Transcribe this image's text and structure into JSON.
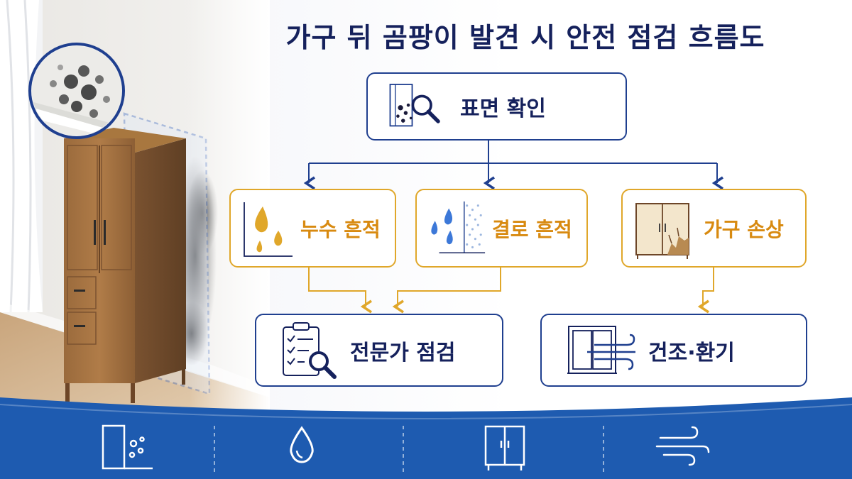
{
  "title": "가구 뒤 곰팡이 발견 시 안전 점검 흐름도",
  "colors": {
    "navy": "#15215c",
    "blue_border": "#1f3f8f",
    "gold": "#e0a72a",
    "gold_text": "#d88a10",
    "footer_blue": "#1e5bb0"
  },
  "nodes": {
    "surface_check": {
      "label": "표면 확인",
      "icon": "mold-magnifier-icon"
    },
    "leak_trace": {
      "label": "누수 흔적",
      "icon": "water-drops-icon"
    },
    "condensation_trace": {
      "label": "결로 흔적",
      "icon": "condensation-icon"
    },
    "furniture_damage": {
      "label": "가구 손상",
      "icon": "damaged-cabinet-icon"
    },
    "expert_inspection": {
      "label": "전문가 점검",
      "icon": "clipboard-magnifier-icon"
    },
    "dry_ventilate": {
      "label": "건조·환기",
      "icon": "window-wind-icon"
    }
  },
  "footer_icons": [
    "mold-wall-icon",
    "water-drop-icon",
    "cabinet-icon",
    "wind-icon"
  ]
}
